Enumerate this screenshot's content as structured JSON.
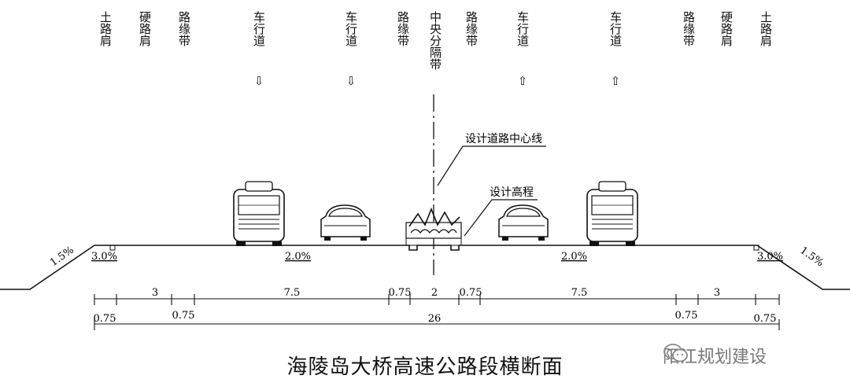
{
  "labels": {
    "tu_lu_jian": "土路肩",
    "ying_lu_jian": "硬路肩",
    "lu_yuan_dai": "路缘带",
    "che_xing_dao": "车行道",
    "zhong_yang_fen_ge_dai": "中央分隔带"
  },
  "arrows": {
    "down": "⇩",
    "up": "⇧"
  },
  "annotations": {
    "center_line": "设计道路中心线",
    "design_elevation": "设计高程"
  },
  "slopes": {
    "side_slope": "1.5%",
    "shoulder": "3.0%",
    "lane": "2.0%"
  },
  "dimensions_top": {
    "left_shoulder": "3",
    "left_lane": "7.5",
    "left_curb": "0.75",
    "median": "2",
    "right_curb": "0.75",
    "right_lane": "7.5",
    "right_shoulder": "3"
  },
  "dimensions_bottom": {
    "left_soil": "0.75",
    "left_edge_band": "0.75",
    "total": "26",
    "right_edge_band": "0.75",
    "right_soil": "0.75"
  },
  "title": "海陵岛大桥高速公路段横断面",
  "watermark": "阳江规划建设"
}
